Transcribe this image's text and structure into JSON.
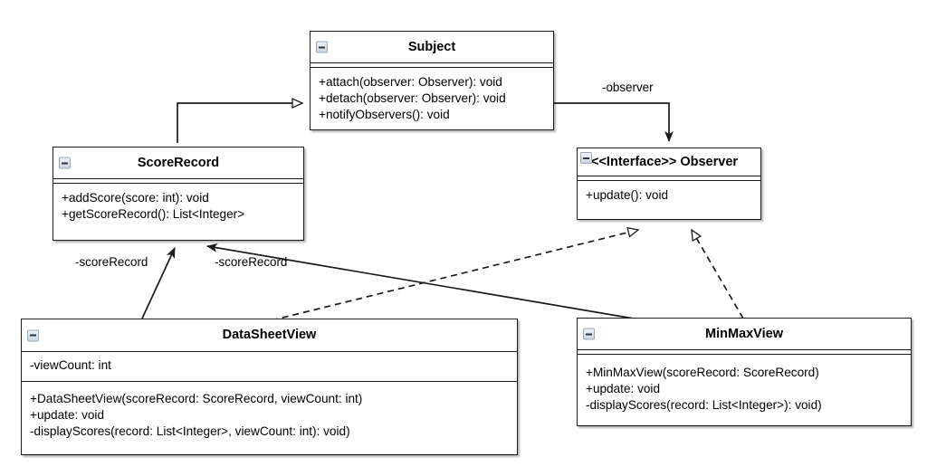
{
  "diagram": {
    "title": "Observer Pattern Class Diagram",
    "type": "uml-class-diagram",
    "background": "#ffffff",
    "line_color": "#1b1b1b"
  },
  "classes": [
    {
      "id": "subject",
      "name": "Subject",
      "stereotype": "",
      "icon": "collapse-icon",
      "attributes": [],
      "operations": [
        "+attach(observer: Observer): void",
        "+detach(observer: Observer): void",
        "+notifyObservers(): void"
      ]
    },
    {
      "id": "scorerecord",
      "name": "ScoreRecord",
      "stereotype": "",
      "icon": "collapse-icon",
      "attributes": [],
      "operations": [
        "+addScore(score: int): void",
        "+getScoreRecord(): List<Integer>"
      ]
    },
    {
      "id": "observer",
      "name": "<<Interface>> Observer",
      "stereotype": "<<Interface>>",
      "icon": "collapse-icon",
      "attributes": [],
      "operations": [
        "+update(): void"
      ]
    },
    {
      "id": "datasheetview",
      "name": "DataSheetView",
      "stereotype": "",
      "icon": "collapse-icon",
      "attributes": [
        "-viewCount: int"
      ],
      "operations": [
        "+DataSheetView(scoreRecord: ScoreRecord, viewCount: int)",
        "+update: void",
        "-displayScores(record: List<Integer>, viewCount: int): void)"
      ]
    },
    {
      "id": "minmaxview",
      "name": "MinMaxView",
      "stereotype": "",
      "icon": "collapse-icon",
      "attributes": [],
      "operations": [
        "+MinMaxView(scoreRecord: ScoreRecord)",
        "+update: void",
        "-displayScores(record: List<Integer>): void)"
      ]
    }
  ],
  "edge_labels": [
    {
      "id": "observer-role",
      "text": "-observer"
    },
    {
      "id": "scorerecord-role-left",
      "text": "-scoreRecord"
    },
    {
      "id": "scorerecord-role-right",
      "text": "-scoreRecord"
    }
  ],
  "relationships": [
    {
      "from": "scorerecord",
      "to": "subject",
      "type": "generalization",
      "style": "solid",
      "arrow": "hollow-triangle"
    },
    {
      "from": "subject",
      "to": "observer",
      "type": "association",
      "style": "solid",
      "arrow": "filled",
      "label": "-observer"
    },
    {
      "from": "datasheetview",
      "to": "scorerecord",
      "type": "association",
      "style": "solid",
      "arrow": "filled",
      "label": "-scoreRecord"
    },
    {
      "from": "minmaxview",
      "to": "scorerecord",
      "type": "association",
      "style": "solid",
      "arrow": "filled",
      "label": "-scoreRecord"
    },
    {
      "from": "datasheetview",
      "to": "observer",
      "type": "realization",
      "style": "dashed",
      "arrow": "hollow-triangle"
    },
    {
      "from": "minmaxview",
      "to": "observer",
      "type": "realization",
      "style": "dashed",
      "arrow": "hollow-triangle"
    }
  ]
}
